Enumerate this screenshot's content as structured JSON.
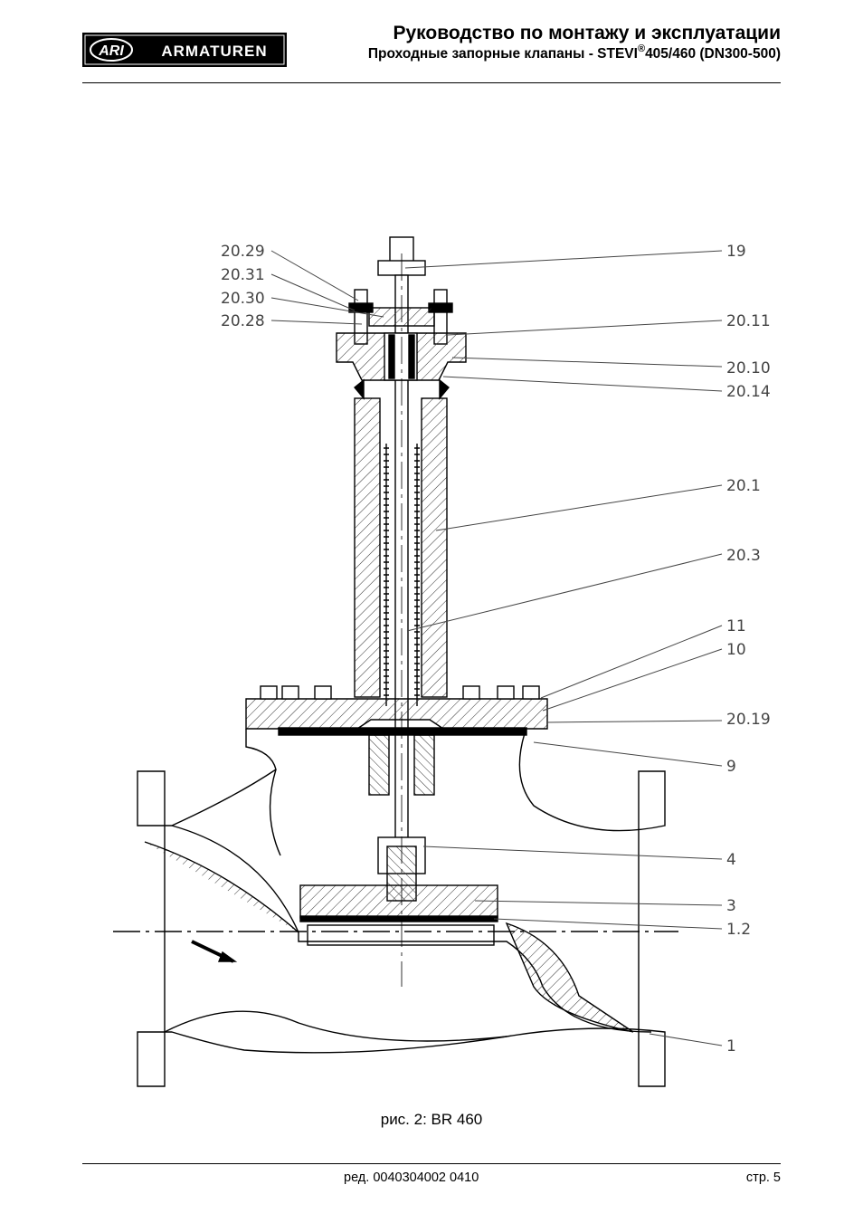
{
  "header": {
    "logo_text": "ARI ARMATUREN",
    "title": "Руководство по монтажу и эксплуатации",
    "subtitle_prefix": "Проходные запорные клапаны - STEVI",
    "subtitle_sup": "®",
    "subtitle_suffix": "405/460 (DN300-500)"
  },
  "figure": {
    "caption": "рис. 2: BR 460",
    "callouts_left": [
      "20.29",
      "20.31",
      "20.30",
      "20.28"
    ],
    "callouts_right": [
      "19",
      "20.11",
      "20.10",
      "20.14",
      "20.1",
      "20.3",
      "11",
      "10",
      "20.19",
      "9",
      "4",
      "3",
      "1.2",
      "1"
    ]
  },
  "footer": {
    "revision": "ред. 0040304002 0410",
    "page": "стр. 5"
  }
}
